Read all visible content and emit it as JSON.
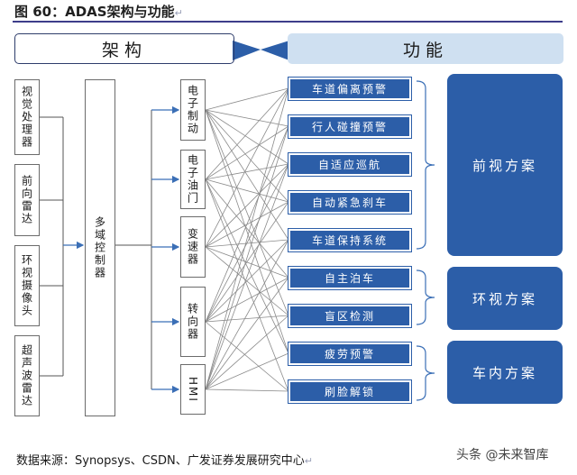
{
  "figure": {
    "title": "图 60：ADAS架构与功能",
    "para_mark": "↵"
  },
  "header": {
    "left": "架构",
    "right": "功能"
  },
  "sensors": [
    "视觉处理器",
    "前向雷达",
    "环视摄像头",
    "超声波雷达"
  ],
  "controller": "多域控制器",
  "actuators": [
    "电子制动",
    "电子油门",
    "变速器",
    "转向器",
    "HMI"
  ],
  "functions": [
    "车道偏离预警",
    "行人碰撞预警",
    "自适应巡航",
    "自动紧急刹车",
    "车道保持系统",
    "自主泊车",
    "盲区检测",
    "疲劳预警",
    "刷脸解锁"
  ],
  "groups": [
    "前视方案",
    "环视方案",
    "车内方案"
  ],
  "source": "数据来源：Synopsys、CSDN、广发证券发展研究中心",
  "watermark": "头条 @未来智库",
  "colors": {
    "accent": "#2c5ea8",
    "header_fill": "#cfe0f1",
    "line": "#8a8a8a",
    "bowtie": "#2c5ea8"
  }
}
